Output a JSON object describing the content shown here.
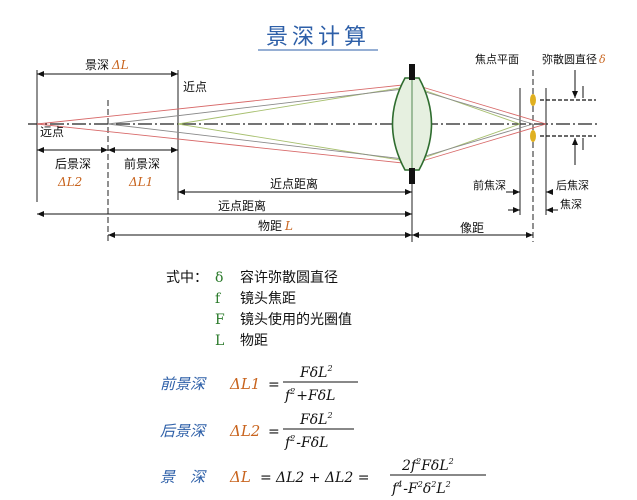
{
  "title": "景深计算",
  "labels": {
    "depth_of_field": "景深",
    "dl": "ΔL",
    "near_point": "近点",
    "far_point": "远点",
    "rear_dof": "后景深",
    "front_dof": "前景深",
    "dl2": "ΔL2",
    "dl1": "ΔL1",
    "focal_plane": "焦点平面",
    "circle_diameter": "弥散圆直径",
    "delta": "δ",
    "front_focal_depth": "前焦深",
    "rear_focal_depth": "后焦深",
    "focal_depth": "焦深",
    "near_distance": "近点距离",
    "far_distance": "远点距离",
    "object_distance": "物距",
    "object_symbol": "L",
    "image_distance": "像距"
  },
  "legend": {
    "prefix": "式中：",
    "items": [
      {
        "symbol": "δ",
        "text": "容许弥散圆直径"
      },
      {
        "symbol": "f",
        "text": "镜头焦距"
      },
      {
        "symbol": "F",
        "text": "镜头使用的光圈值"
      },
      {
        "symbol": "L",
        "text": "物距"
      }
    ]
  },
  "formulas": [
    {
      "name": "前景深",
      "lhs": "ΔL1",
      "eq": "=",
      "num": "FδL",
      "num_sup": "2",
      "den_a": "f",
      "den_a_sup": "2",
      "den_op": "+",
      "den_b": "FδL"
    },
    {
      "name": "后景深",
      "lhs": "ΔL2",
      "eq": "=",
      "num": "FδL",
      "num_sup": "2",
      "den_a": "f",
      "den_a_sup": "2",
      "den_op": "-",
      "den_b": "FδL"
    },
    {
      "name": "景　深",
      "lhs": "ΔL",
      "eq": "=",
      "rhs_pre": "ΔL2 + ΔL2 =",
      "num_coef": "2f",
      "num_coef_sup": "2",
      "num": "FδL",
      "num_sup": "2",
      "den_a": "f",
      "den_a_sup": "4",
      "den_op": "-",
      "den_b": "F",
      "den_b_sup": "2",
      "den_c": "δ",
      "den_c_sup": "2",
      "den_d": "L",
      "den_d_sup": "2"
    }
  ],
  "colors": {
    "title": "#2d5fa8",
    "symbol": "#c8641e",
    "legend_symbol": "#2a7a2a",
    "formula_name": "#2d5fa8",
    "ray_red": "#d86a6a",
    "ray_green": "#a8c070",
    "ray_gray": "#8a8a8a",
    "lens": "#2f6d2f",
    "lens_fill": "#e6f0e0",
    "circle_marker": "#e0b020"
  },
  "icons": [
    "lens-icon",
    "aperture-icon",
    "circle-of-confusion-icon"
  ]
}
